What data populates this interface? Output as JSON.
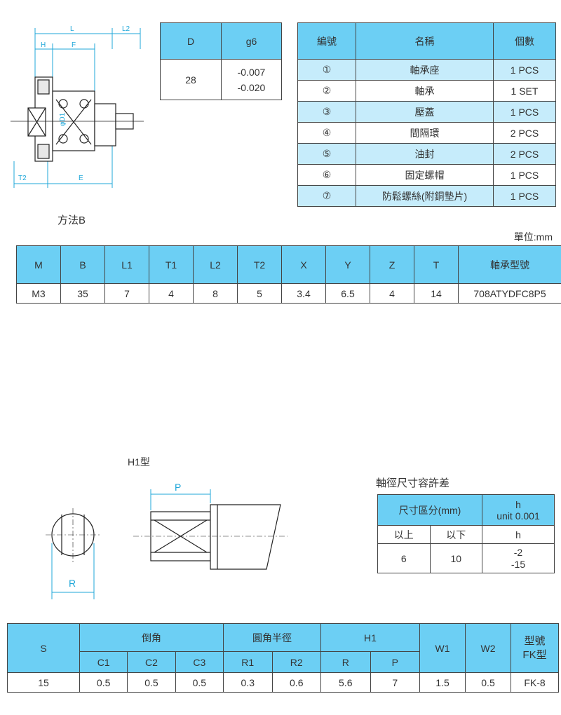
{
  "tol_table": {
    "headers": [
      "D",
      "g6"
    ],
    "d_value": "28",
    "g6_values": [
      "-0.007",
      "-0.020"
    ]
  },
  "parts_table": {
    "headers": [
      "編號",
      "名稱",
      "個數"
    ],
    "rows": [
      {
        "no": "①",
        "name": "軸承座",
        "qty": "1 PCS"
      },
      {
        "no": "②",
        "name": "軸承",
        "qty": "1 SET"
      },
      {
        "no": "③",
        "name": "壓蓋",
        "qty": "1 PCS"
      },
      {
        "no": "④",
        "name": "間隔環",
        "qty": "2 PCS"
      },
      {
        "no": "⑤",
        "name": "油封",
        "qty": "2 PCS"
      },
      {
        "no": "⑥",
        "name": "固定螺帽",
        "qty": "1 PCS"
      },
      {
        "no": "⑦",
        "name": "防鬆螺絲(附銅墊片)",
        "qty": "1 PCS"
      }
    ]
  },
  "top_drawing": {
    "dims": {
      "L": "L",
      "L2": "L2",
      "H": "H",
      "F": "F",
      "T2": "T2",
      "E": "E",
      "D1": "φD1"
    }
  },
  "method_label": "方法B",
  "unit_label": "單位:mm",
  "spec_table": {
    "headers": [
      "M",
      "B",
      "L1",
      "T1",
      "L2",
      "T2",
      "X",
      "Y",
      "Z",
      "T",
      "軸承型號"
    ],
    "values": [
      "M3",
      "35",
      "7",
      "4",
      "8",
      "5",
      "3.4",
      "6.5",
      "4",
      "14",
      "708ATYDFC8P5"
    ]
  },
  "h1_label": "H1型",
  "h1_drawing": {
    "P": "P",
    "R": "R"
  },
  "shaft_tol": {
    "title": "軸徑尺寸容許差",
    "h_region": "尺寸區分(mm)",
    "h_unit_top": "h",
    "h_unit_bottom": "unit 0.001",
    "sub_above": "以上",
    "sub_below": "以下",
    "sub_h": "h",
    "val_above": "6",
    "val_below": "10",
    "val_h": [
      "-2",
      "-15"
    ]
  },
  "bottom_table": {
    "s": "S",
    "chamfer": "倒角",
    "radius": "圓角半徑",
    "h1": "H1",
    "w1": "W1",
    "w2": "W2",
    "model_top": "型號",
    "model_bottom": "FK型",
    "sub": [
      "C1",
      "C2",
      "C3",
      "R1",
      "R2",
      "R",
      "P"
    ],
    "values": [
      "15",
      "0.5",
      "0.5",
      "0.5",
      "0.3",
      "0.6",
      "5.6",
      "7",
      "1.5",
      "0.5",
      "FK-8"
    ]
  }
}
